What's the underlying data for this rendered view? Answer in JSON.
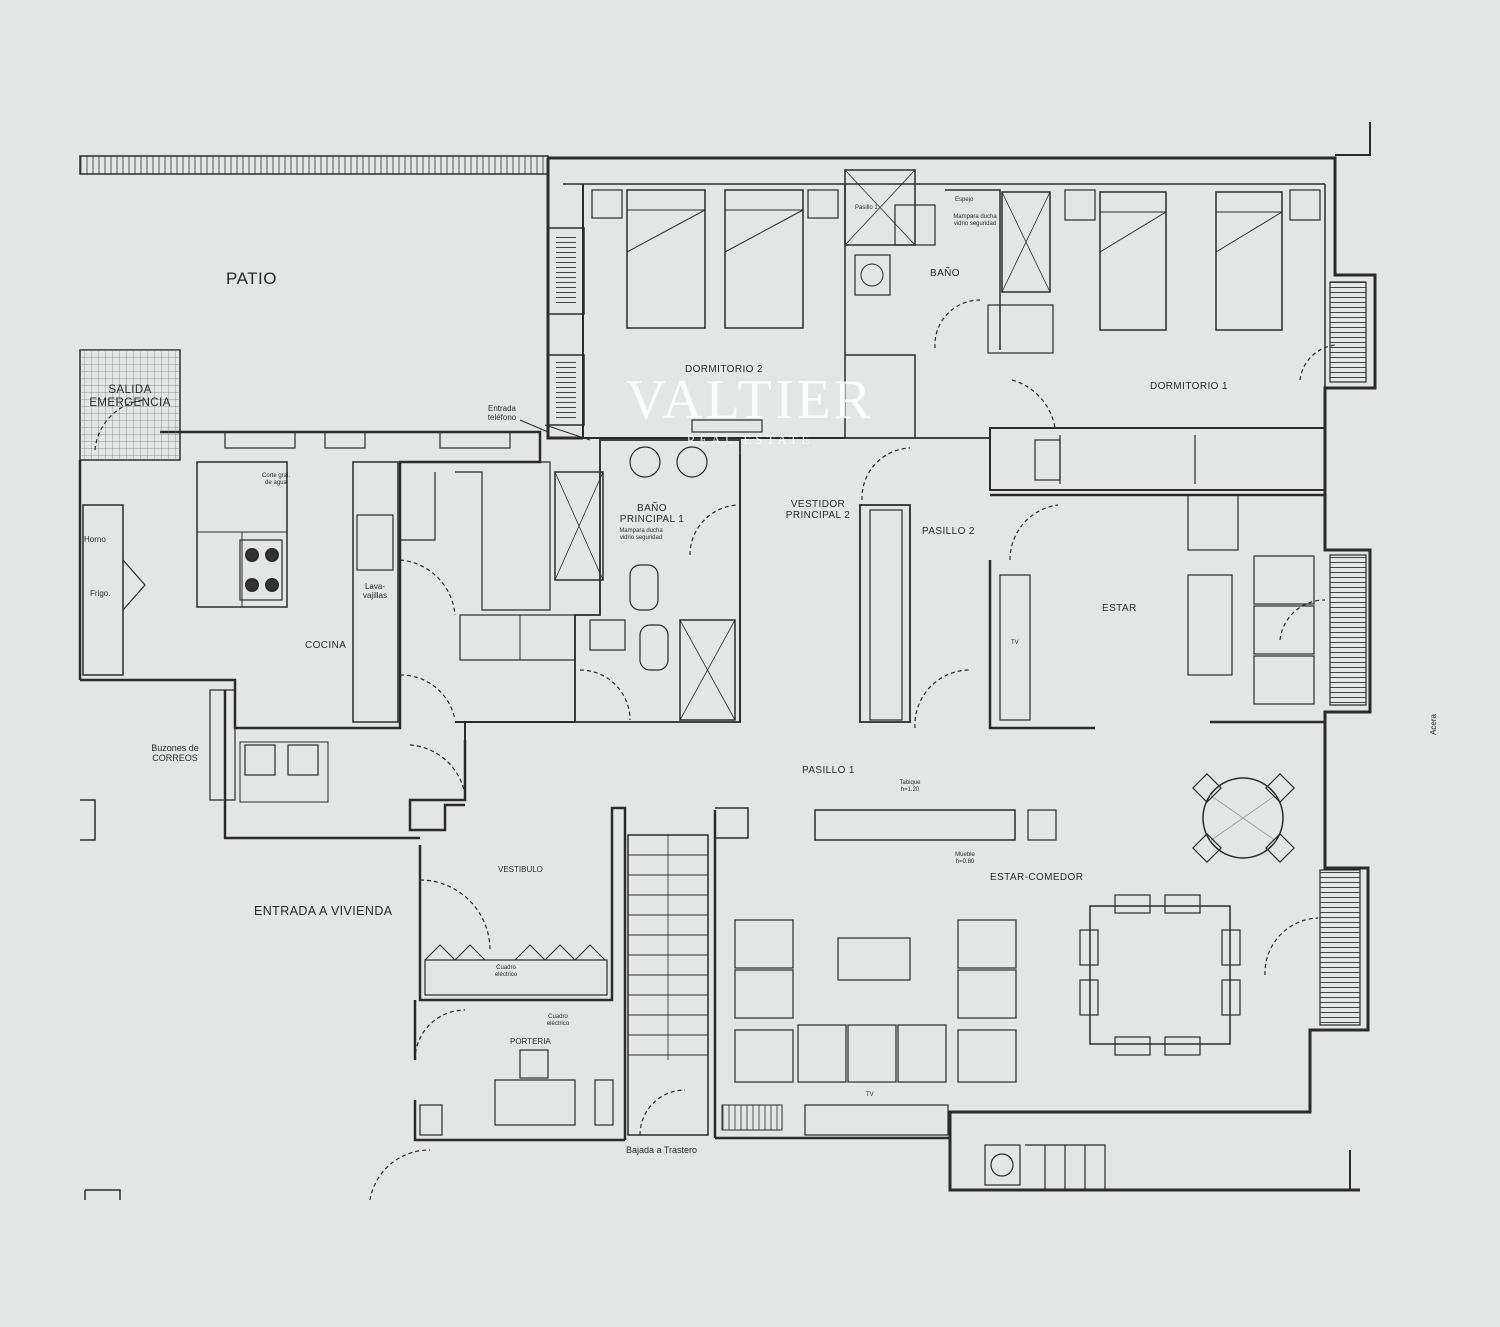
{
  "rooms": {
    "patio": "PATIO",
    "salida_emergencia": "SALIDA\nEMERGENCIA",
    "dormitorio_2": "DORMITORIO 2",
    "bano": "BAÑO",
    "dormitorio_1": "DORMITORIO 1",
    "bano_principal_1": "BAÑO\nPRINCIPAL 1",
    "vestidor_principal_2": "VESTIDOR\nPRINCIPAL 2",
    "pasillo_2": "PASILLO 2",
    "estar": "ESTAR",
    "cocina": "COCINA",
    "pasillo_1": "PASILLO 1",
    "estar_comedor": "ESTAR-COMEDOR",
    "vestibulo": "VESTIBULO",
    "entrada_a_vivienda": "ENTRADA A VIVIENDA",
    "porteria": "PORTERIA"
  },
  "notes": {
    "entrada_telefono": "Entrada\nteléfono",
    "corte_agua": "Corte gral.\nde agua",
    "horno": "Horno",
    "frigo": "Frigo.",
    "lavavajillas": "Lava-\nvajillas",
    "buzones": "Buzones de\nCORREOS",
    "mampara_ducha_1": "Mampara ducha\nvidrio seguridad",
    "mampara_ducha_2": "Mampara ducha\nvidrio seguridad",
    "espejo": "Espejo",
    "pasillo_1_small": "Pasillo 1",
    "tabique": "Tabique\nh=1.20",
    "mueble": "Mueble\nh=0.80",
    "cuadro_electrico_1": "Cuadro\neléctrico",
    "cuadro_electrico_2": "Cuadro\neléctrico",
    "bajada_trastero": "Bajada a Trastero",
    "acera": "Acera",
    "tv_1": "TV",
    "tv_2": "TV"
  },
  "watermark": {
    "brand": "VALTIER",
    "tagline": "REAL ESTATE"
  },
  "colors": {
    "paper": "#e4e6e5",
    "wall": "#2b2b2b",
    "line": "#3a3a3a",
    "hatch": "#8a8a8a",
    "watermark": "#ffffff"
  }
}
